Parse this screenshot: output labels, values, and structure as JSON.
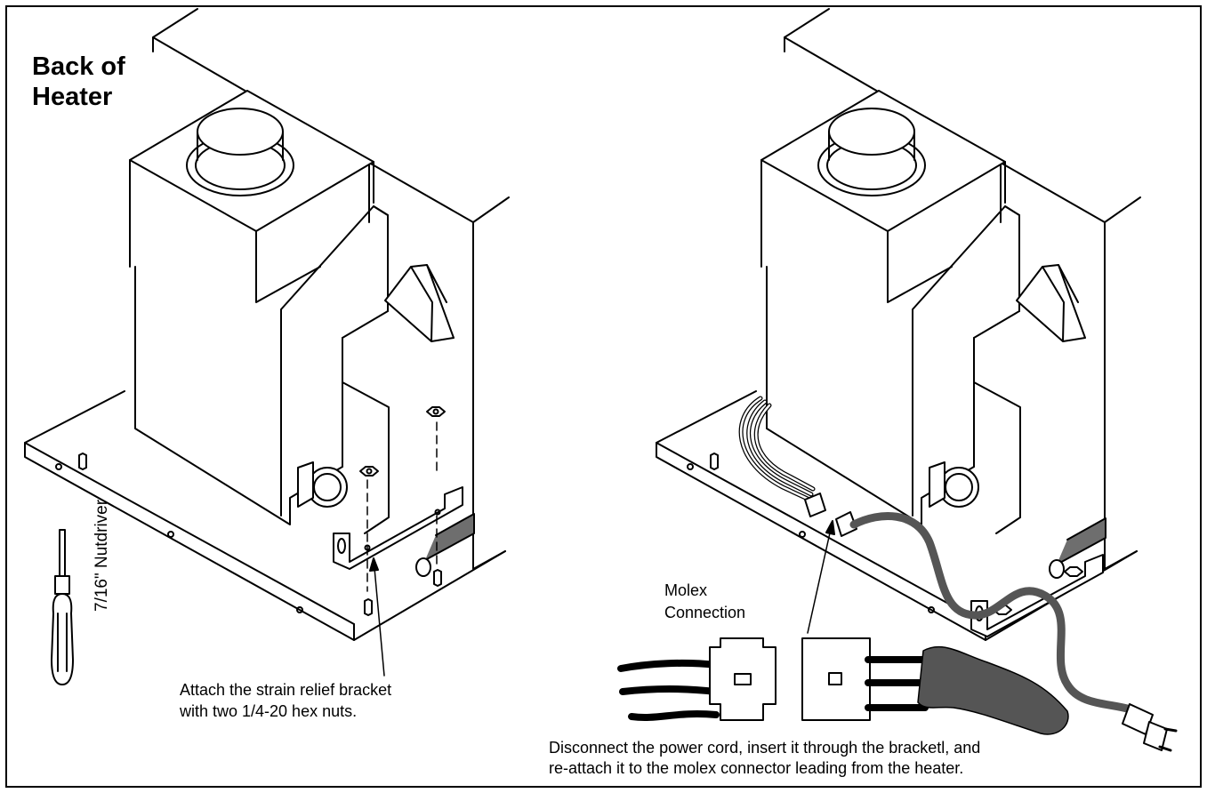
{
  "figure": {
    "title_lines": [
      "Back of",
      "Heater"
    ],
    "tool_label": "7/16\" Nutdriver",
    "left_caption_lines": [
      "Attach the strain relief bracket",
      "with two 1/4-20 hex nuts."
    ],
    "molex_label_lines": [
      "Molex",
      "Connection"
    ],
    "right_caption_lines": [
      "Disconnect the power cord, insert it through the bracketl, and",
      "re-attach it to the molex connector leading from the heater."
    ]
  },
  "colors": {
    "line": "#000000",
    "cord": "#555555",
    "pipe": "#6e6e6e",
    "background": "#ffffff"
  }
}
